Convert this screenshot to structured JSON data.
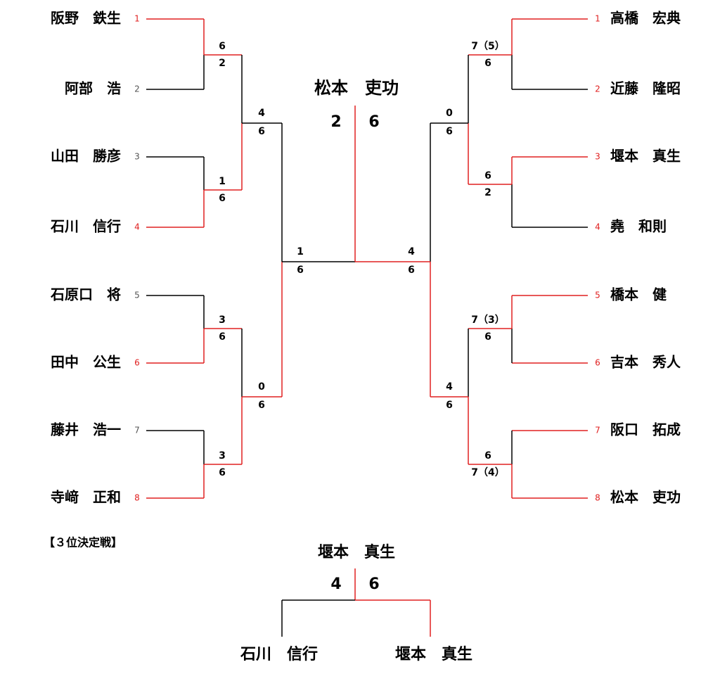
{
  "colors": {
    "win": "#e02020",
    "lose": "#000000"
  },
  "left_players": [
    {
      "seed": "1",
      "name": "阪野　鉄生",
      "win": true
    },
    {
      "seed": "2",
      "name": "阿部　浩",
      "win": false
    },
    {
      "seed": "3",
      "name": "山田　勝彦",
      "win": false
    },
    {
      "seed": "4",
      "name": "石川　信行",
      "win": true
    },
    {
      "seed": "5",
      "name": "石原口　将",
      "win": false
    },
    {
      "seed": "6",
      "name": "田中　公生",
      "win": true
    },
    {
      "seed": "7",
      "name": "藤井　浩一",
      "win": false
    },
    {
      "seed": "8",
      "name": "寺﨑　正和",
      "win": true
    }
  ],
  "right_players": [
    {
      "seed": "1",
      "name": "高橋　宏典",
      "win": true
    },
    {
      "seed": "2",
      "name": "近藤　隆昭",
      "win": false
    },
    {
      "seed": "3",
      "name": "堰本　真生",
      "win": true
    },
    {
      "seed": "4",
      "name": "堯　和則",
      "win": false
    },
    {
      "seed": "5",
      "name": "橋本　健",
      "win": true
    },
    {
      "seed": "6",
      "name": "吉本　秀人",
      "win": true
    },
    {
      "seed": "7",
      "name": "阪口　拓成",
      "win": true
    },
    {
      "seed": "8",
      "name": "松本　吏功",
      "win": true
    }
  ],
  "left_r1": [
    {
      "top": "6",
      "bottom": "2",
      "winner": "top"
    },
    {
      "top": "1",
      "bottom": "6",
      "winner": "bottom"
    },
    {
      "top": "3",
      "bottom": "6",
      "winner": "bottom"
    },
    {
      "top": "3",
      "bottom": "6",
      "winner": "bottom"
    }
  ],
  "left_r2": [
    {
      "top": "4",
      "bottom": "6",
      "winner": "bottom"
    },
    {
      "top": "0",
      "bottom": "6",
      "winner": "bottom"
    }
  ],
  "left_sf": {
    "top": "1",
    "bottom": "6",
    "winner": "bottom"
  },
  "right_r1": [
    {
      "top": "7（5）",
      "bottom": "6",
      "winner": "top"
    },
    {
      "top": "6",
      "bottom": "2",
      "winner": "top"
    },
    {
      "top": "7（3）",
      "bottom": "6",
      "winner": "top"
    },
    {
      "top": "6",
      "bottom": "7（4）",
      "winner": "bottom"
    }
  ],
  "right_r2": [
    {
      "top": "0",
      "bottom": "6",
      "winner": "bottom"
    },
    {
      "top": "4",
      "bottom": "6",
      "winner": "bottom"
    }
  ],
  "right_sf": {
    "top": "4",
    "bottom": "6",
    "winner": "bottom"
  },
  "final": {
    "champion": "松本　吏功",
    "left_score": "2",
    "right_score": "6"
  },
  "third_place": {
    "heading": "【３位決定戦】",
    "winner": "堰本　真生",
    "left_score": "4",
    "right_score": "6",
    "left_player": "石川　信行",
    "right_player": "堰本　真生"
  }
}
